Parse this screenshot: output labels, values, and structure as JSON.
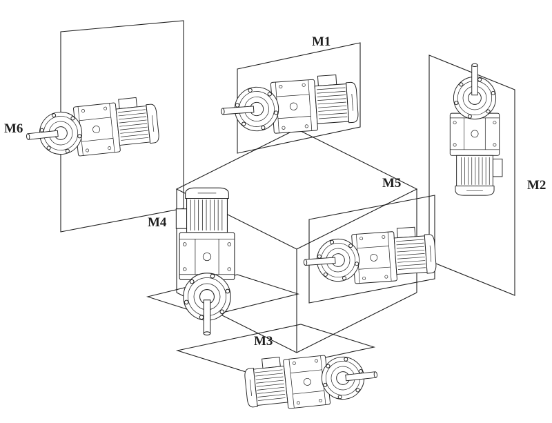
{
  "diagram": {
    "background_color": "#ffffff",
    "line_color": "#1f1f1f",
    "labels": [
      {
        "text": "M1"
      },
      {
        "text": "M2"
      },
      {
        "text": "M3"
      },
      {
        "text": "M4"
      },
      {
        "text": "M5"
      },
      {
        "text": "M6"
      }
    ]
  }
}
